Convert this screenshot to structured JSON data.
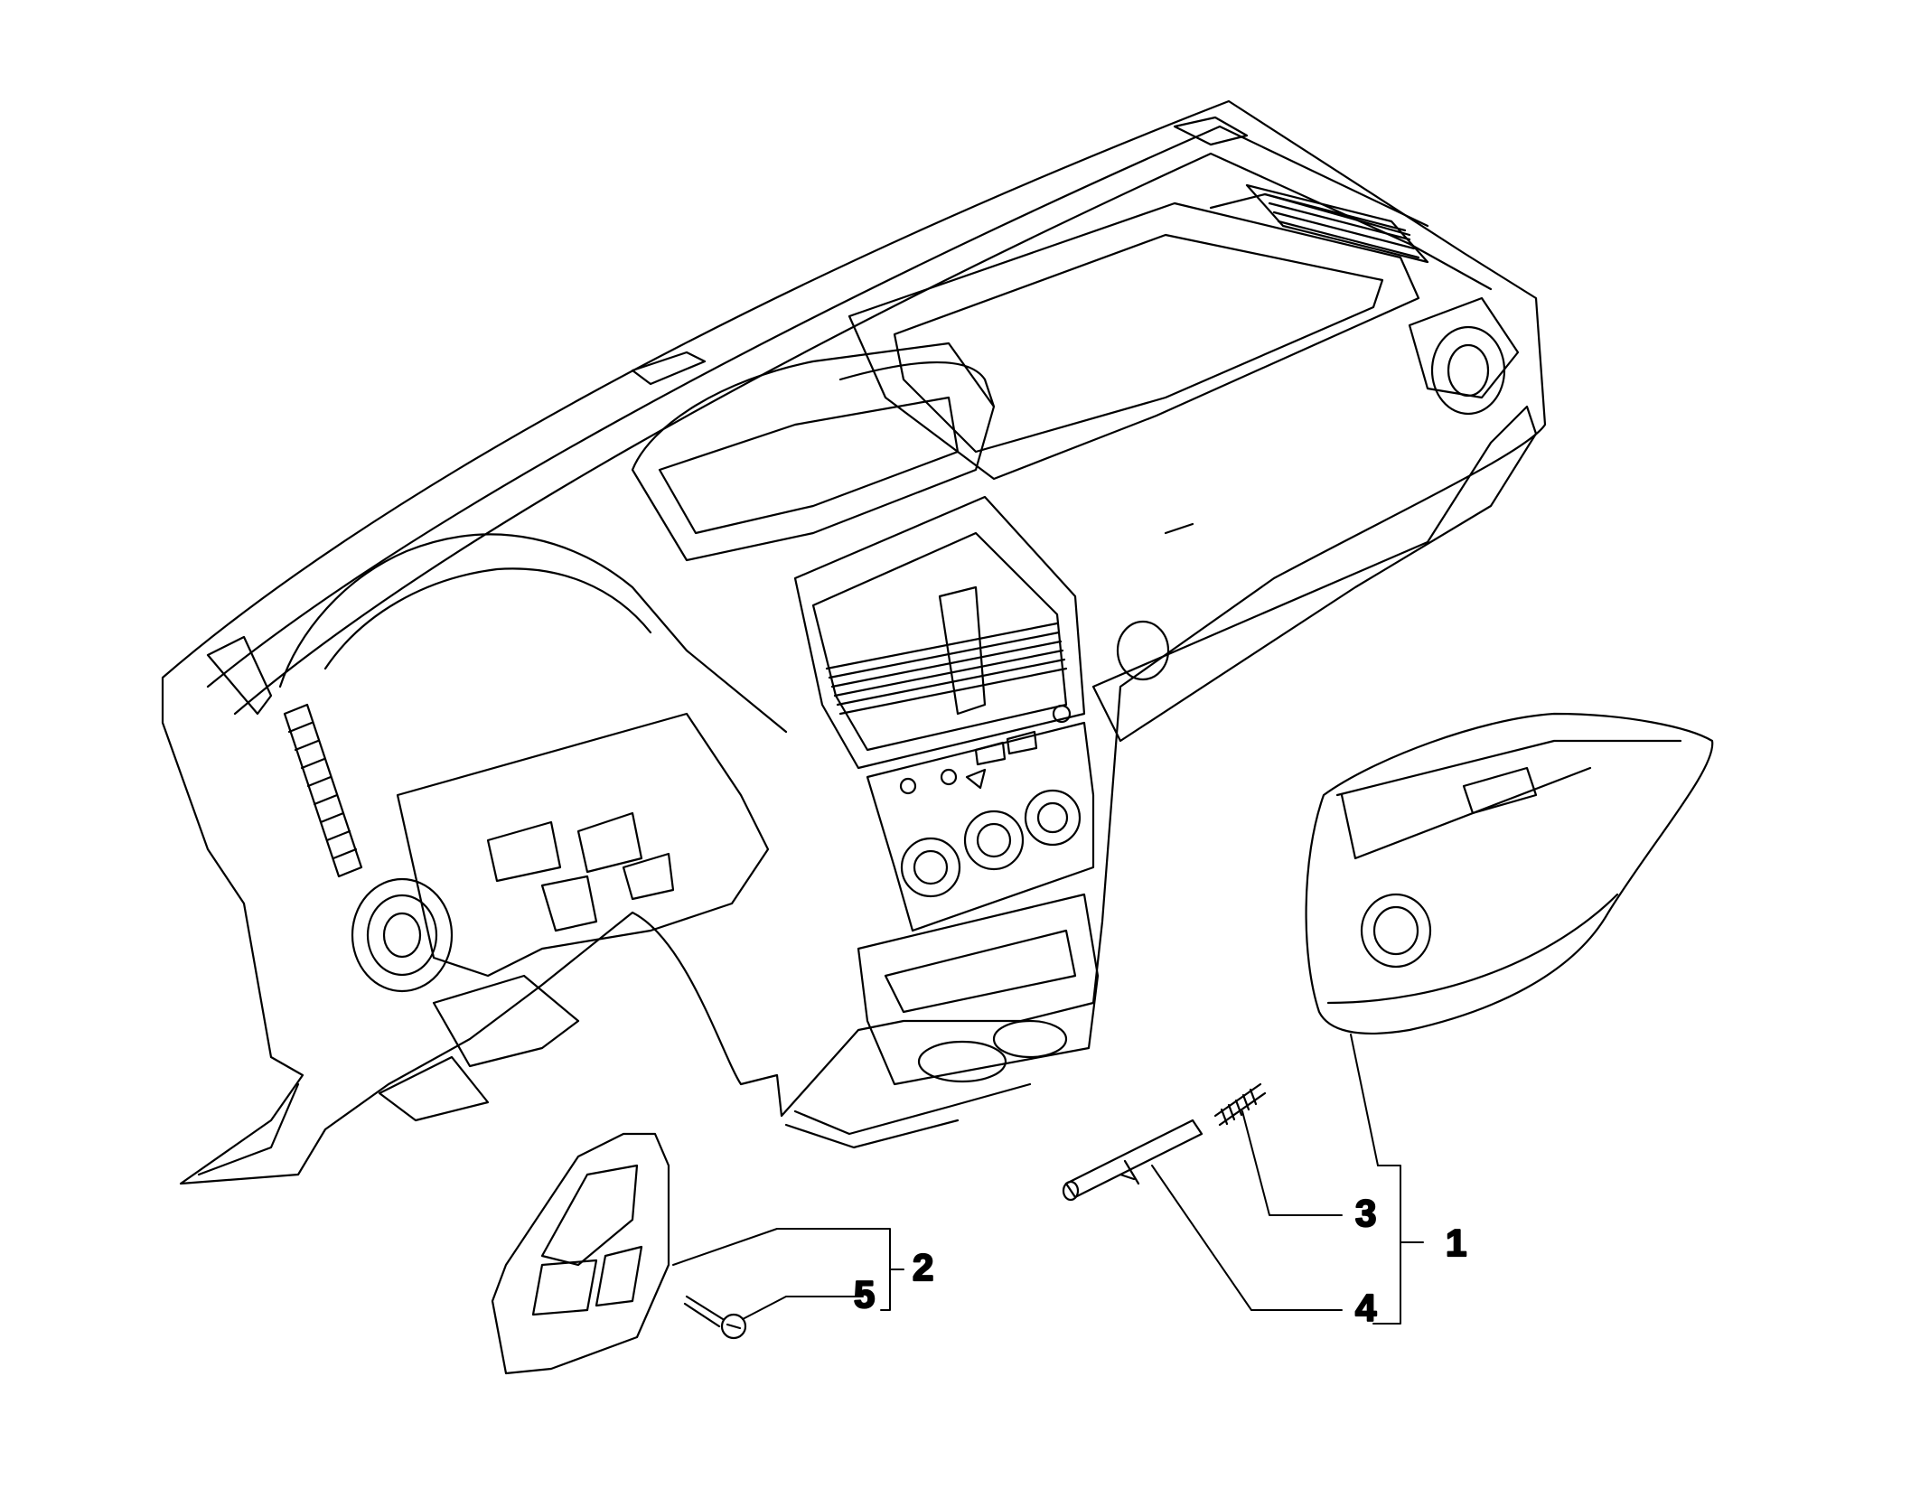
{
  "diagram": {
    "callouts": {
      "c1": "1",
      "c2": "2",
      "c3": "3",
      "c4": "4",
      "c5": "5"
    }
  }
}
